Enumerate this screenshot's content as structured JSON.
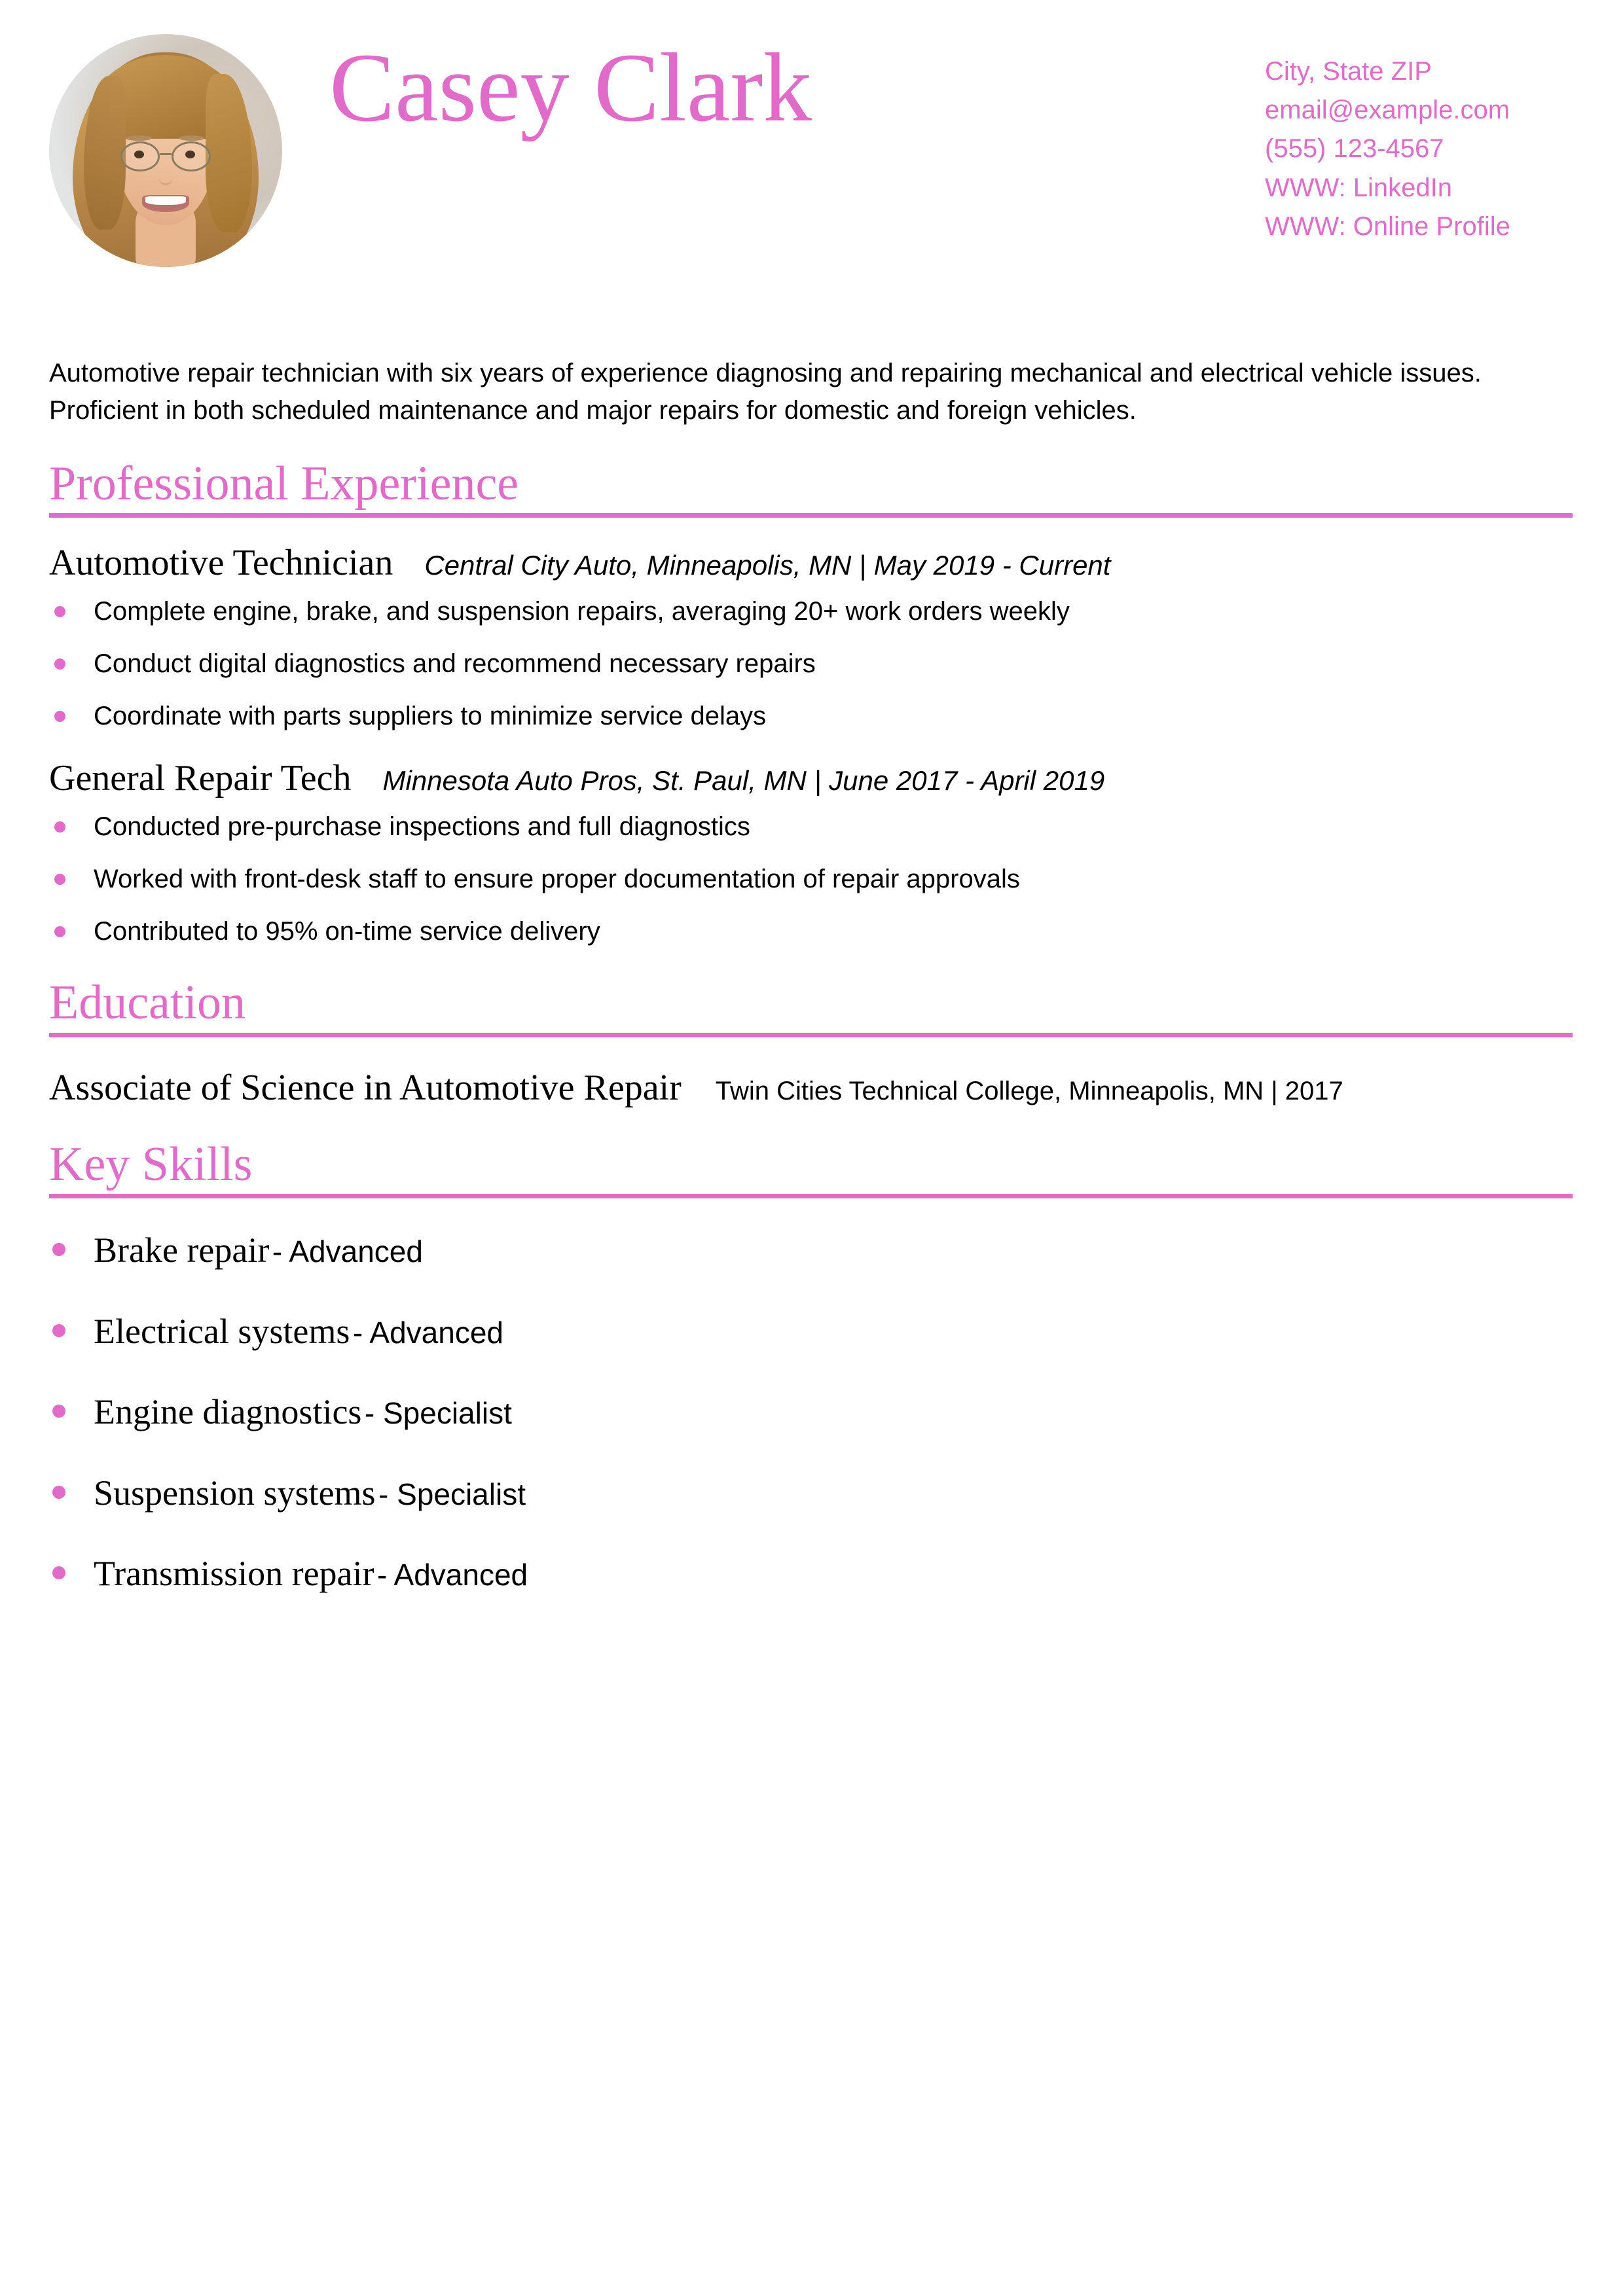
{
  "header": {
    "name": "Casey Clark",
    "avatar_alt": "profile-photo",
    "contact": [
      "City, State ZIP",
      "email@example.com",
      "(555) 123-4567",
      "WWW: LinkedIn",
      "WWW: Online Profile"
    ]
  },
  "summary": "Automotive repair technician with six years of experience diagnosing and repairing mechanical and electrical vehicle issues. Proficient in both scheduled maintenance and major repairs for domestic and foreign vehicles.",
  "sections": {
    "experience": {
      "title": "Professional Experience",
      "entries": [
        {
          "title": "Automotive Technician",
          "meta": "Central City Auto, Minneapolis, MN | May 2019 - Current",
          "bullets": [
            "Complete engine, brake, and suspension repairs, averaging 20+ work orders weekly",
            "Conduct digital diagnostics and recommend necessary repairs",
            "Coordinate with parts suppliers to minimize service delays"
          ]
        },
        {
          "title": "General Repair Tech",
          "meta": "Minnesota Auto Pros, St. Paul, MN | June 2017 - April 2019",
          "bullets": [
            "Conducted pre-purchase inspections and full diagnostics",
            "Worked with front-desk staff to ensure proper documentation of repair approvals",
            "Contributed to 95% on-time service delivery"
          ]
        }
      ]
    },
    "education": {
      "title": "Education",
      "entries": [
        {
          "degree": "Associate of Science in Automotive Repair",
          "meta": "Twin Cities Technical College, Minneapolis, MN | 2017"
        }
      ]
    },
    "skills": {
      "title": "Key Skills",
      "items": [
        {
          "name": "Brake repair",
          "level": "- Advanced"
        },
        {
          "name": "Electrical systems",
          "level": "- Advanced"
        },
        {
          "name": "Engine diagnostics",
          "level": "- Specialist"
        },
        {
          "name": "Suspension systems",
          "level": "- Specialist"
        },
        {
          "name": "Transmission repair",
          "level": "- Advanced"
        }
      ]
    }
  },
  "colors": {
    "accent": "#e06bc8",
    "text": "#000000",
    "background": "#ffffff"
  }
}
